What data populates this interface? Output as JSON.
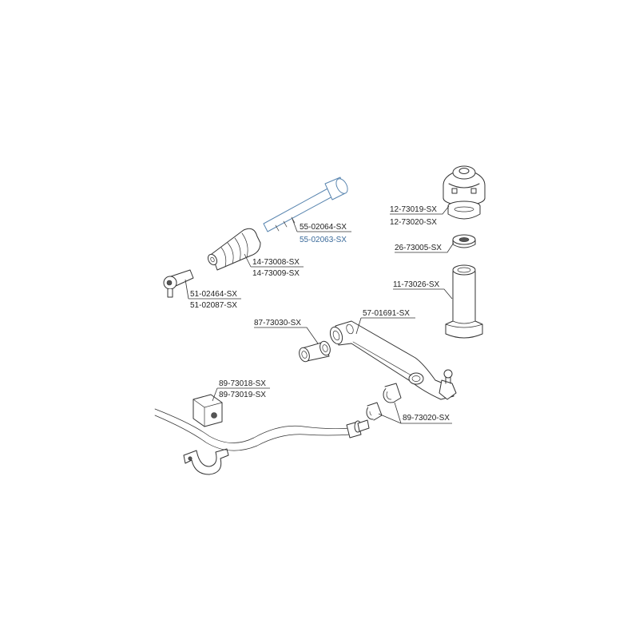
{
  "labels": {
    "strut_mount_a": "12-73019-SX",
    "strut_mount_b": "12-73020-SX",
    "bearing": "26-73005-SX",
    "bump_stop": "11-73026-SX",
    "inner_tie_rod_a": "55-02064-SX",
    "inner_tie_rod_b": "55-02063-SX",
    "rack_boot_a": "14-73008-SX",
    "rack_boot_b": "14-73009-SX",
    "tie_rod_end_a": "51-02464-SX",
    "tie_rod_end_b": "51-02087-SX",
    "control_arm_bushing": "87-73030-SX",
    "control_arm": "57-01691-SX",
    "sway_bar_bushing_a": "89-73018-SX",
    "sway_bar_bushing_b": "89-73019-SX",
    "end_link_bushing": "89-73020-SX"
  },
  "colors": {
    "line": "#333333",
    "accent": "#3a6a9a",
    "background": "#ffffff"
  }
}
